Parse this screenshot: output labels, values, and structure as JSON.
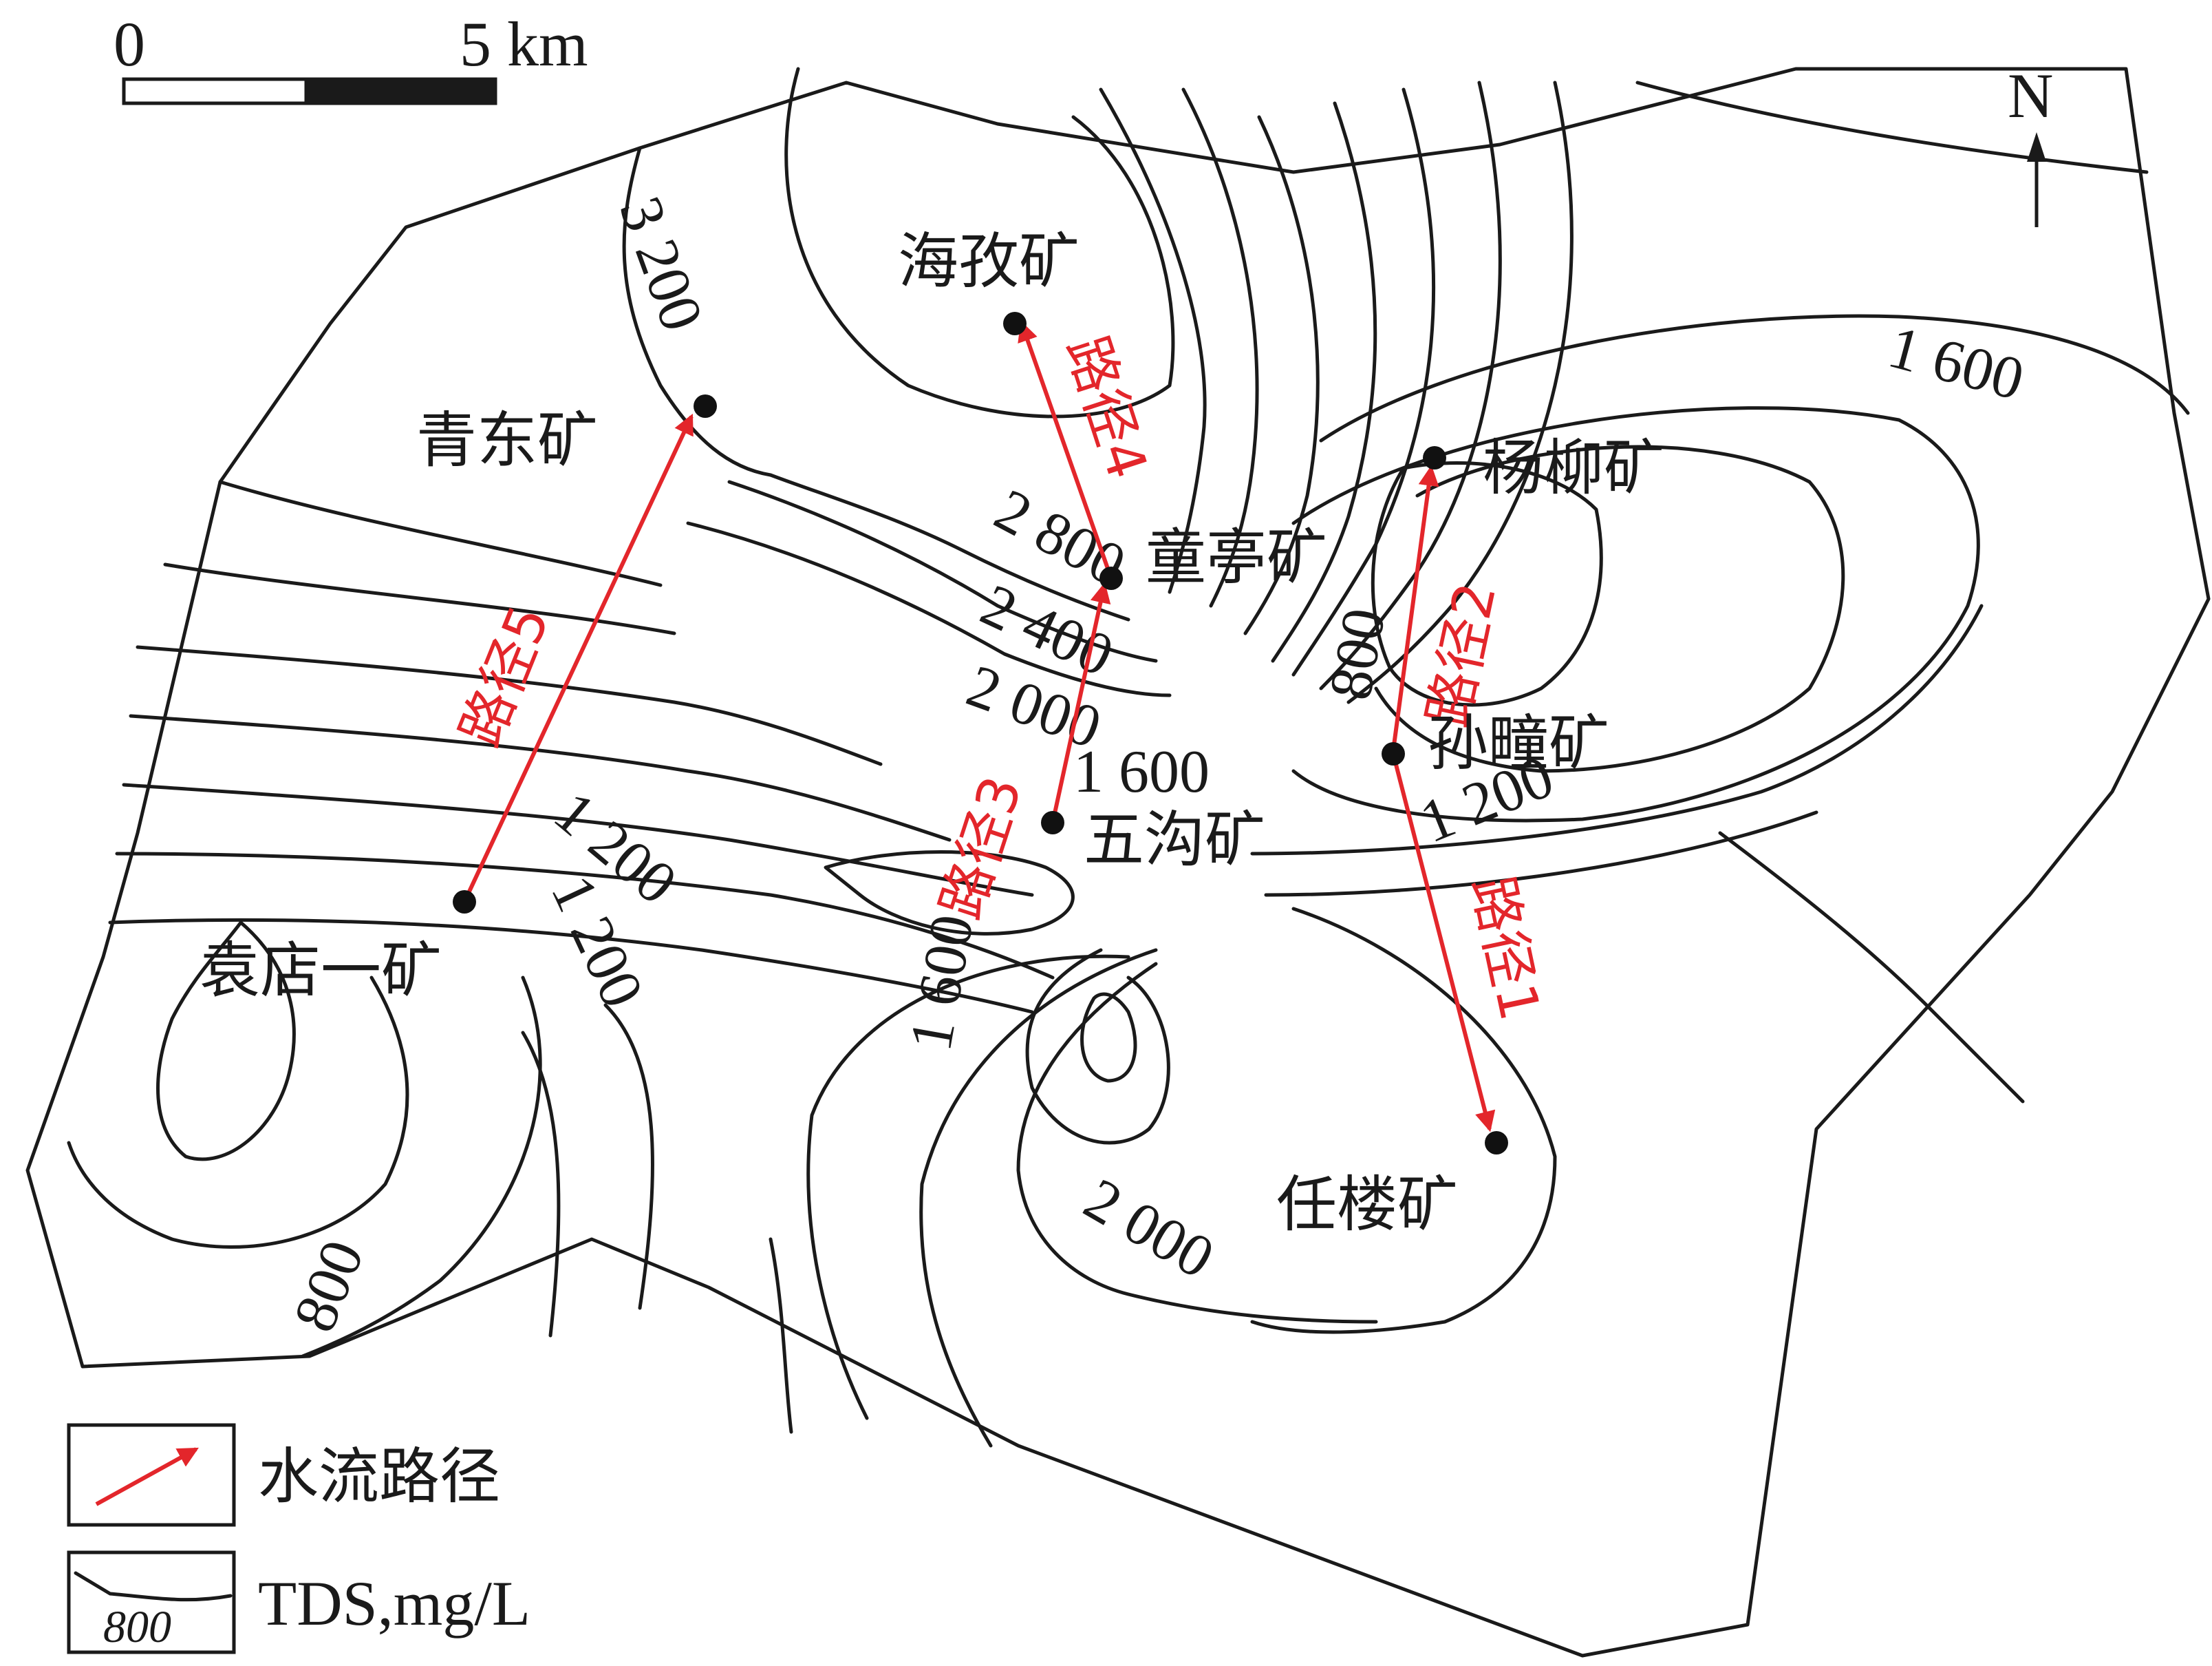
{
  "scale_bar": {
    "start_label": "0",
    "end_label": "5 km"
  },
  "north_arrow": {
    "label": "N",
    "icon": "north-arrow-icon"
  },
  "mines": [
    {
      "name": "海孜矿"
    },
    {
      "name": "青东矿"
    },
    {
      "name": "杨柳矿"
    },
    {
      "name": "童亭矿"
    },
    {
      "name": "孙疃矿"
    },
    {
      "name": "五沟矿"
    },
    {
      "name": "袁店一矿"
    },
    {
      "name": "任楼矿"
    }
  ],
  "flow_paths": [
    {
      "label": "路径1",
      "from": "孙疃矿",
      "to": "任楼矿"
    },
    {
      "label": "路径2",
      "from": "孙疃矿",
      "to": "杨柳矿"
    },
    {
      "label": "路径3",
      "from": "五沟矿",
      "to": "童亭矿"
    },
    {
      "label": "路径4",
      "from": "童亭矿",
      "to": "海孜矿"
    },
    {
      "label": "路径5",
      "from": "袁店一矿",
      "to": "青东矿"
    }
  ],
  "contour_labels": [
    "3 200",
    "2 800",
    "2 400",
    "2 000",
    "1 600",
    "1 200",
    "1 200",
    "1 600",
    "800",
    "1 200",
    "1 600",
    "2 000",
    "800"
  ],
  "legend": {
    "flow_label": "水流路径",
    "tds_label": "TDS,mg/L",
    "tds_sample_value": "800"
  },
  "colors": {
    "flow_path": "#e3262b",
    "contour": "#1a1a1a"
  }
}
